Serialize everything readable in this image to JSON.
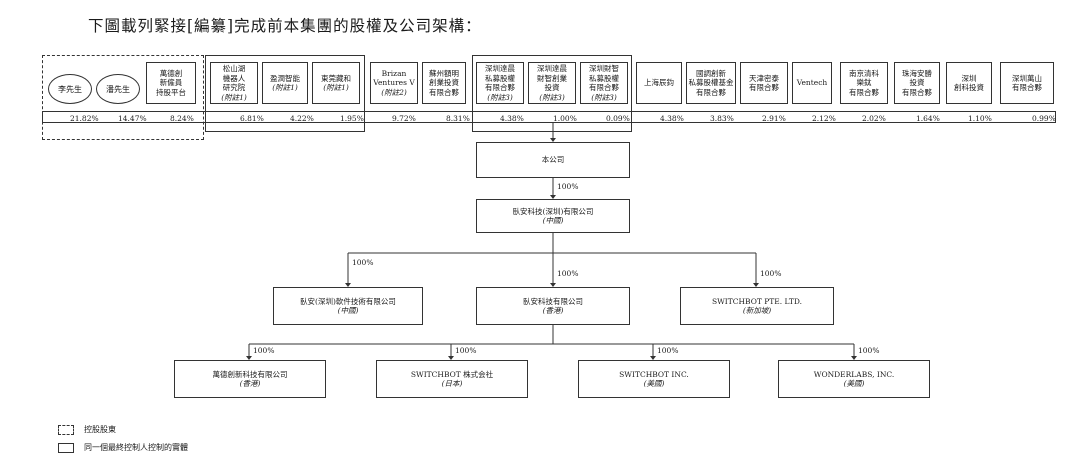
{
  "title": "下圖載列緊接[編纂]完成前本集團的股權及公司架構：",
  "shareholders": [
    {
      "id": "li",
      "lines": [
        "李先生"
      ],
      "pct": "21.82%"
    },
    {
      "id": "pan",
      "lines": [
        "潘先生"
      ],
      "pct": "14.47%"
    },
    {
      "id": "wande",
      "lines": [
        "萬德創",
        "新僱員",
        "持股平台"
      ],
      "pct": "8.24%"
    },
    {
      "id": "songshan",
      "lines": [
        "松山湖",
        "機器人",
        "研究院"
      ],
      "note": "(附註1)",
      "pct": "6.81%"
    },
    {
      "id": "yingzhi",
      "lines": [
        "盈潤智能"
      ],
      "note": "(附註1)",
      "pct": "4.22%"
    },
    {
      "id": "dongguan",
      "lines": [
        "東莞藏和"
      ],
      "note": "(附註1)",
      "pct": "1.95%"
    },
    {
      "id": "brizan",
      "lines": [
        "Brizan",
        "Ventures V"
      ],
      "note": "(附註2)",
      "pct": "9.72%"
    },
    {
      "id": "suzhou",
      "lines": [
        "蘇州額明",
        "創業投資",
        "有限合夥"
      ],
      "pct": "8.31%"
    },
    {
      "id": "sz1",
      "lines": [
        "深圳達晨",
        "私募股權",
        "有限合夥"
      ],
      "note": "(附註3)",
      "pct": "4.38%"
    },
    {
      "id": "sz2",
      "lines": [
        "深圳達晨",
        "財智創業",
        "投資"
      ],
      "note": "(附註3)",
      "pct": "1.00%"
    },
    {
      "id": "sz3",
      "lines": [
        "深圳財智",
        "私募股權",
        "有限合夥"
      ],
      "note": "(附註3)",
      "pct": "0.09%"
    },
    {
      "id": "shanghai",
      "lines": [
        "上海辰鈞"
      ],
      "pct": "4.38%"
    },
    {
      "id": "guotiao",
      "lines": [
        "國調創新",
        "私募股權基金",
        "有限合夥"
      ],
      "pct": "3.83%"
    },
    {
      "id": "tianjin",
      "lines": [
        "天津密泰",
        "有限合夥"
      ],
      "pct": "2.91%"
    },
    {
      "id": "ventech",
      "lines": [
        "Ventech"
      ],
      "pct": "2.12%"
    },
    {
      "id": "nanjing",
      "lines": [
        "南京清科",
        "樂鈦",
        "有限合夥"
      ],
      "pct": "2.02%"
    },
    {
      "id": "zhuhai",
      "lines": [
        "珠海安勝",
        "投資",
        "有限合夥"
      ],
      "pct": "1.64%"
    },
    {
      "id": "szkeji",
      "lines": [
        "深圳",
        "創科投資"
      ],
      "pct": "1.10%"
    },
    {
      "id": "szwanshan",
      "lines": [
        "深圳萬山",
        "有限合夥"
      ],
      "pct": "0.99%"
    }
  ],
  "company": {
    "name": "本公司"
  },
  "edge_company_to_wofu": "100%",
  "wofu": {
    "name": "臥安科技(深圳)有限公司",
    "note": "(中國)"
  },
  "level2": [
    {
      "name": "臥安(深圳)軟件技術有限公司",
      "note": "(中國)",
      "edge": "100%"
    },
    {
      "name": "臥安科技有限公司",
      "note": "(香港)",
      "edge": "100%"
    },
    {
      "name": "SWITCHBOT PTE. LTD.",
      "note": "(新加坡)",
      "edge": "100%"
    }
  ],
  "level3": [
    {
      "name": "萬德創新科技有限公司",
      "note": "(香港)",
      "edge": "100%"
    },
    {
      "name": "SWITCHBOT 株式会社",
      "note": "(日本)",
      "edge": "100%"
    },
    {
      "name": "SWITCHBOT INC.",
      "note": "(美國)",
      "edge": "100%"
    },
    {
      "name": "WONDERLABS, INC.",
      "note": "(美國)",
      "edge": "100%"
    }
  ],
  "legend": {
    "dashed": "控股股東",
    "solid": "同一個最終控制人控制的實體"
  }
}
